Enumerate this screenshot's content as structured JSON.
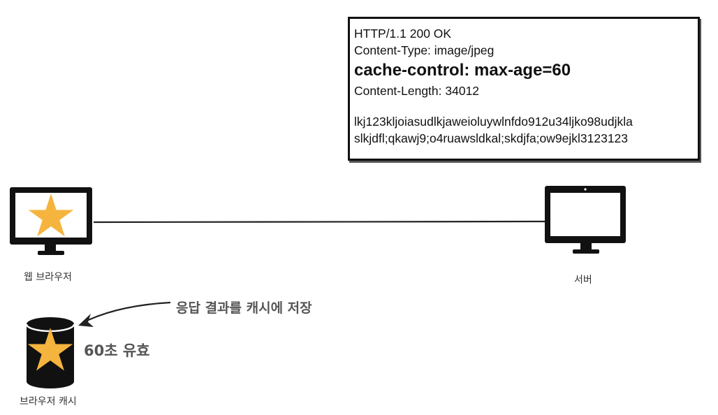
{
  "response": {
    "status_line": "HTTP/1.1 200 OK",
    "content_type": "Content-Type: image/jpeg",
    "cache_control": "cache-control: max-age=60",
    "content_length": "Content-Length: 34012",
    "body_line1": "lkj123kljoiasudlkjaweioluywlnfdo912u34ljko98udjkla",
    "body_line2": "slkjdfl;qkawj9;o4ruawsldkal;skdjfa;ow9ejkl3123123"
  },
  "labels": {
    "browser": "웹 브라우저",
    "server": "서버",
    "browser_cache": "브라우저 캐시",
    "store_note": "응답 결과를 캐시에 저장",
    "valid_note": "60초 유효"
  },
  "colors": {
    "star": "#F5B43E",
    "ink": "#111111",
    "text": "#333333"
  },
  "icons": [
    "monitor-icon",
    "star-icon",
    "database-icon",
    "arrow-icon"
  ]
}
